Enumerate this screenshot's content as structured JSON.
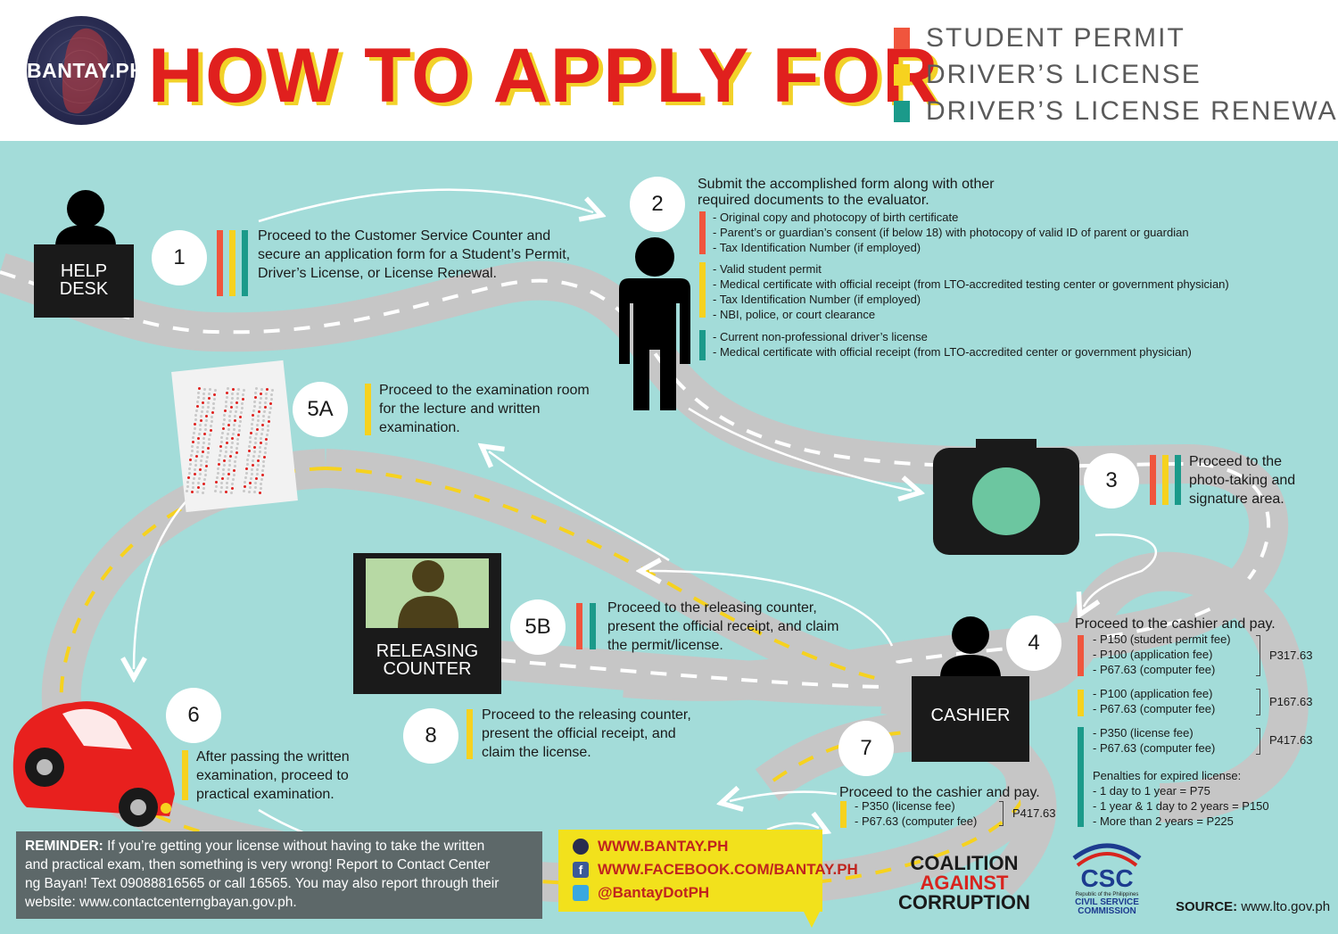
{
  "header": {
    "logo_text": "BANTAY.PH",
    "title": "HOW  TO  APPLY FOR",
    "legend": [
      {
        "label": "STUDENT PERMIT",
        "color": "#f0553d"
      },
      {
        "label": "DRIVER’S LICENSE",
        "color": "#f6d21f"
      },
      {
        "label": "DRIVER’S LICENSE RENEWAL",
        "color": "#1b9a8a"
      }
    ]
  },
  "colors": {
    "background": "#a3dcd9",
    "road": "#c6c6c6",
    "red": "#f0553d",
    "yellow": "#f6d21f",
    "teal": "#1b9a8a",
    "dark": "#1a1a1a"
  },
  "icons": [
    "help-desk-icon",
    "person-icon",
    "test-sheet-icon",
    "camera-icon",
    "releasing-counter-icon",
    "cashier-icon",
    "car-icon"
  ],
  "steps": {
    "s1": {
      "number": "1",
      "desk_label": [
        "HELP",
        "DESK"
      ],
      "lines": [
        "Proceed to the Customer Service Counter and",
        "secure an application form for a Student’s Permit,",
        "Driver’s License, or License Renewal."
      ]
    },
    "s2": {
      "number": "2",
      "lines": [
        "Submit the accomplished form along with other",
        "required documents to the evaluator."
      ],
      "student": [
        "- Original copy and photocopy of birth certificate",
        "- Parent’s or guardian’s consent (if below 18) with photocopy of valid ID of parent or guardian",
        "- Tax Identification Number (if employed)"
      ],
      "license": [
        "- Valid student permit",
        "- Medical certificate with official receipt (from LTO-accredited testing center or government physician)",
        "- Tax Identification Number (if employed)",
        "- NBI, police, or court clearance"
      ],
      "renewal": [
        "- Current non-professional driver’s license",
        "- Medical certificate with official receipt (from LTO-accredited center or government physician)"
      ]
    },
    "s3": {
      "number": "3",
      "lines": [
        "Proceed to the",
        "photo-taking and",
        "signature area."
      ]
    },
    "s4": {
      "number": "4",
      "cashier_label": "CASHIER",
      "heading": "Proceed to the cashier and pay.",
      "student": [
        "- P150 (student permit fee)",
        "- P100 (application fee)",
        "- P67.63 (computer fee)"
      ],
      "student_total": "P317.63",
      "license": [
        "- P100 (application fee)",
        "- P67.63 (computer fee)"
      ],
      "license_total": "P167.63",
      "renewal": [
        "- P350 (license fee)",
        "- P67.63 (computer fee)"
      ],
      "renewal_total": "P417.63",
      "penalties_heading": "Penalties for expired license:",
      "penalties": [
        "- 1 day to 1 year  = P75",
        "- 1 year & 1 day to 2 years = P150",
        "- More than 2 years = P225"
      ]
    },
    "s5a": {
      "number": "5A",
      "lines": [
        "Proceed to the examination room",
        "for the lecture and written",
        "examination."
      ]
    },
    "s5b": {
      "number": "5B",
      "counter_label": [
        "RELEASING",
        "COUNTER"
      ],
      "lines": [
        "Proceed to the releasing counter,",
        "present the official receipt, and claim",
        "the permit/license."
      ]
    },
    "s6": {
      "number": "6",
      "lines": [
        "After passing the written",
        "examination, proceed to",
        "practical examination."
      ]
    },
    "s7": {
      "number": "7",
      "heading": "Proceed to the cashier and pay.",
      "items": [
        "- P350 (license fee)",
        "- P67.63 (computer fee)"
      ],
      "total": "P417.63"
    },
    "s8": {
      "number": "8",
      "lines": [
        "Proceed to the releasing counter,",
        "present the official receipt, and",
        "claim the license."
      ]
    }
  },
  "reminder": {
    "label": "REMINDER:",
    "first": " If you’re getting your license without having to take the written",
    "lines": [
      "and practical exam, then something is very wrong! Report to Contact Center",
      "ng Bayan! Text 09088816565 or call 16565. You may also report through their",
      "website: www.contactcenterngbayan.gov.ph."
    ]
  },
  "social": {
    "website": "WWW.BANTAY.PH",
    "facebook": "WWW.FACEBOOK.COM/BANTAY.PH",
    "twitter": "@BantayDotPH"
  },
  "footer": {
    "cac": [
      "COALITION",
      "AGAINST",
      "CORRUPTION"
    ],
    "csc_text": "CSC",
    "csc_sub": [
      "Republic of the Philippines",
      "CIVIL SERVICE",
      "COMMISSION"
    ],
    "source_label": "SOURCE:",
    "source_value": " www.lto.gov.ph"
  }
}
